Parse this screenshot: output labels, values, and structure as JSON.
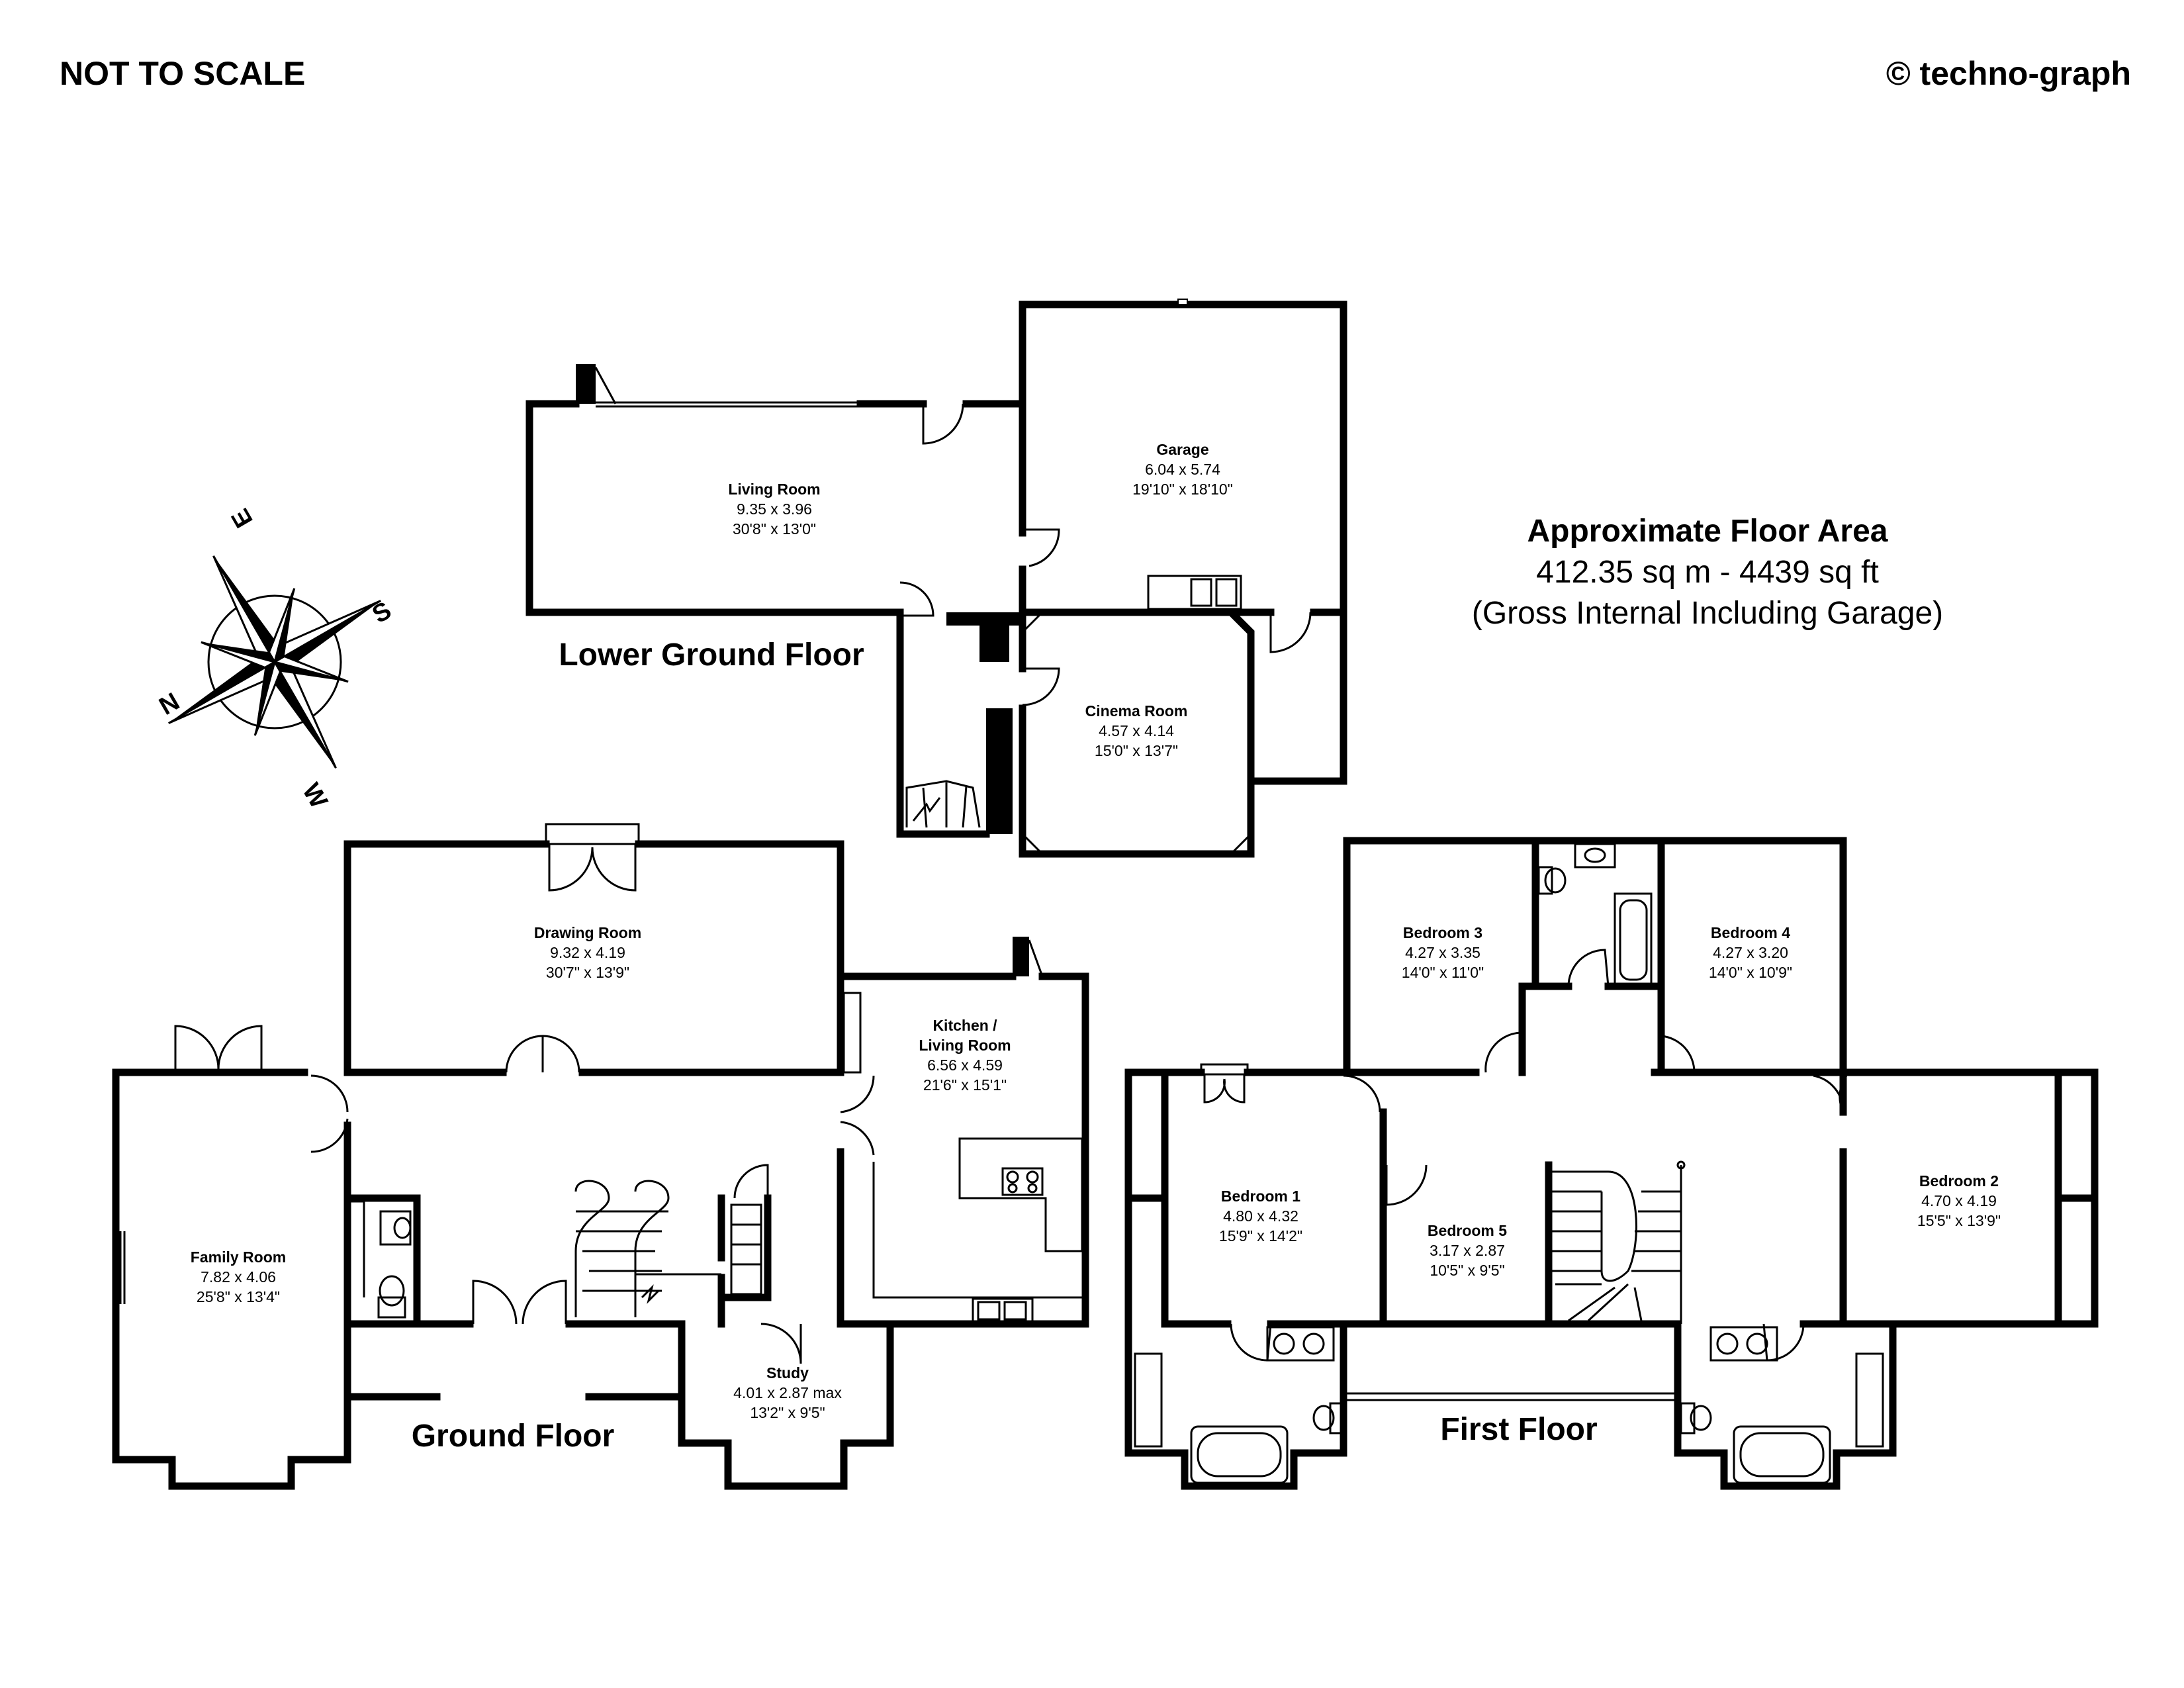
{
  "header": {
    "scale_note": "NOT TO SCALE",
    "copyright": "© techno-graph"
  },
  "area": {
    "title": "Approximate Floor Area",
    "value": "412.35 sq m - 4439 sq ft",
    "note": "(Gross Internal Including Garage)"
  },
  "compass": {
    "labels": [
      "E",
      "S",
      "W",
      "N"
    ]
  },
  "floors": {
    "lower_ground": "Lower Ground Floor",
    "ground": "Ground Floor",
    "first": "First Floor"
  },
  "rooms": {
    "living": {
      "name": "Living Room",
      "metric": "9.35 x 3.96",
      "imperial": "30'8\" x 13'0\""
    },
    "garage": {
      "name": "Garage",
      "metric": "6.04 x 5.74",
      "imperial": "19'10\" x 18'10\""
    },
    "cinema": {
      "name": "Cinema Room",
      "metric": "4.57 x 4.14",
      "imperial": "15'0\" x 13'7\""
    },
    "drawing": {
      "name": "Drawing Room",
      "metric": "9.32 x 4.19",
      "imperial": "30'7\" x 13'9\""
    },
    "kitchen": {
      "name1": "Kitchen /",
      "name2": "Living Room",
      "metric": "6.56 x 4.59",
      "imperial": "21'6\" x 15'1\""
    },
    "family": {
      "name": "Family Room",
      "metric": "7.82 x 4.06",
      "imperial": "25'8\" x 13'4\""
    },
    "study": {
      "name": "Study",
      "metric": "4.01 x 2.87 max",
      "imperial": "13'2\" x 9'5\""
    },
    "bedroom3": {
      "name": "Bedroom 3",
      "metric": "4.27 x 3.35",
      "imperial": "14'0\" x 11'0\""
    },
    "bedroom4": {
      "name": "Bedroom 4",
      "metric": "4.27 x 3.20",
      "imperial": "14'0\" x 10'9\""
    },
    "bedroom1": {
      "name": "Bedroom 1",
      "metric": "4.80 x 4.32",
      "imperial": "15'9\" x 14'2\""
    },
    "bedroom5": {
      "name": "Bedroom 5",
      "metric": "3.17 x 2.87",
      "imperial": "10'5\" x 9'5\""
    },
    "bedroom2": {
      "name": "Bedroom 2",
      "metric": "4.70 x 4.19",
      "imperial": "15'5\" x 13'9\""
    }
  }
}
